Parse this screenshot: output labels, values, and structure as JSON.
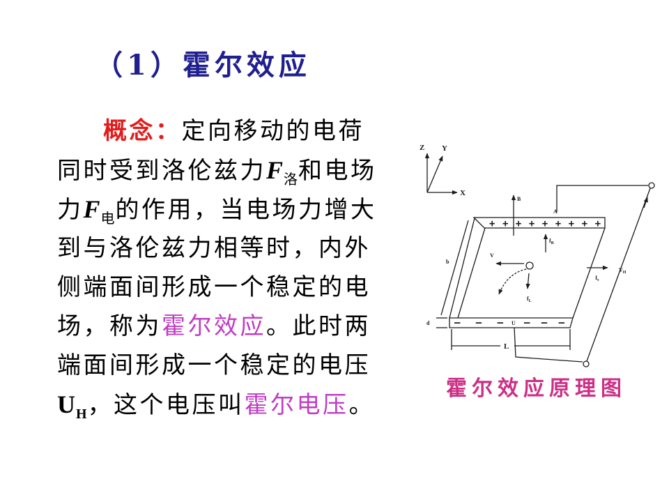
{
  "colors": {
    "title": "#1f1f8f",
    "concept": "#e31b1b",
    "highlight": "#c13cc4",
    "caption": "#cc2f86",
    "text": "#000000",
    "diagram": "#1a1a1a"
  },
  "title": "（1）霍尔效应",
  "paragraph": {
    "concept_label": "概念：",
    "line1": "定向移动的电荷",
    "line2_a": "同时受到洛伦兹力",
    "force_symbol_lorentz": "F",
    "force_sub_lorentz": "洛",
    "line2_b": "和电场",
    "line3_a": "力",
    "force_symbol_electric": "F",
    "force_sub_electric": "电",
    "line3_b": "的作用，当电场力增大",
    "line4": "到与洛伦兹力相等时，内外",
    "line5": "侧端面间形成一个稳定的电",
    "line6_a": "场，称为",
    "term_hall_effect": "霍尔效应",
    "line6_b": "。此时两",
    "line7": "端面间形成一个稳定的电压",
    "voltage_symbol": "U",
    "voltage_sub": "H",
    "line8_a": "，这个电压叫",
    "term_hall_voltage": "霍尔电压",
    "line8_b": "。"
  },
  "figure": {
    "caption": "霍尔效应原理图",
    "labels": {
      "axis_z": "Z",
      "axis_y": "Y",
      "axis_x": "X",
      "magnetic_field": "B",
      "terminal_a": "A",
      "force_up": "f",
      "force_up_sub": "B",
      "velocity": "V",
      "force_down": "f",
      "force_down_sub": "L",
      "current": "I",
      "current_sub": "s",
      "hall_voltage": "V",
      "hall_voltage_sub": "H",
      "width": "b",
      "thickness": "d",
      "length": "L",
      "terminal_u": "U",
      "plus_charges": "+ + + + + + + + +",
      "minus_charges_left": "— — —",
      "minus_charges_right": "— — —"
    }
  }
}
